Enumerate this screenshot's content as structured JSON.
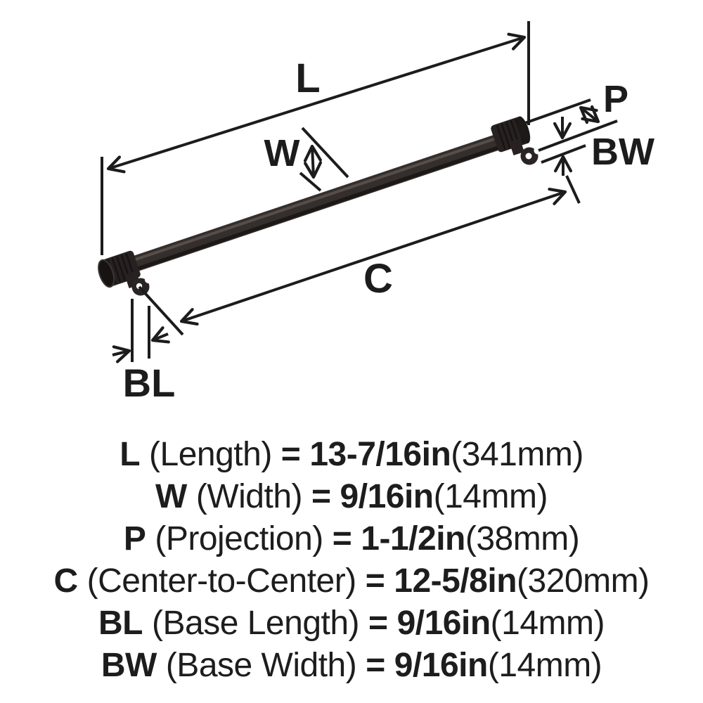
{
  "diagram": {
    "dimension_labels": {
      "length": "L",
      "width": "W",
      "projection": "P",
      "center_to_center": "C",
      "base_length": "BL",
      "base_width": "BW"
    },
    "colors": {
      "dimension_line": "#1c1c1c",
      "label_text": "#1c1c1c",
      "handle_body": "#342e2c",
      "handle_cap": "#272221",
      "handle_dark": "#1c1817",
      "handle_highlight": "#5d544f",
      "mount_hole": "#ffffff"
    }
  },
  "specs": {
    "rows": [
      {
        "symbol": "L",
        "name": "(Length)",
        "eq": "=",
        "value": "13-7/16in",
        "metric": "(341mm)"
      },
      {
        "symbol": "W",
        "name": "(Width)",
        "eq": "=",
        "value": "9/16in",
        "metric": "(14mm)"
      },
      {
        "symbol": "P",
        "name": "(Projection)",
        "eq": "=",
        "value": "1-1/2in",
        "metric": "(38mm)"
      },
      {
        "symbol": "C",
        "name": "(Center-to-Center)",
        "eq": "=",
        "value": "12-5/8in",
        "metric": "(320mm)"
      },
      {
        "symbol": "BL",
        "name": "(Base Length)",
        "eq": "=",
        "value": "9/16in",
        "metric": "(14mm)"
      },
      {
        "symbol": "BW",
        "name": "(Base Width)",
        "eq": "=",
        "value": "9/16in",
        "metric": "(14mm)"
      }
    ]
  }
}
